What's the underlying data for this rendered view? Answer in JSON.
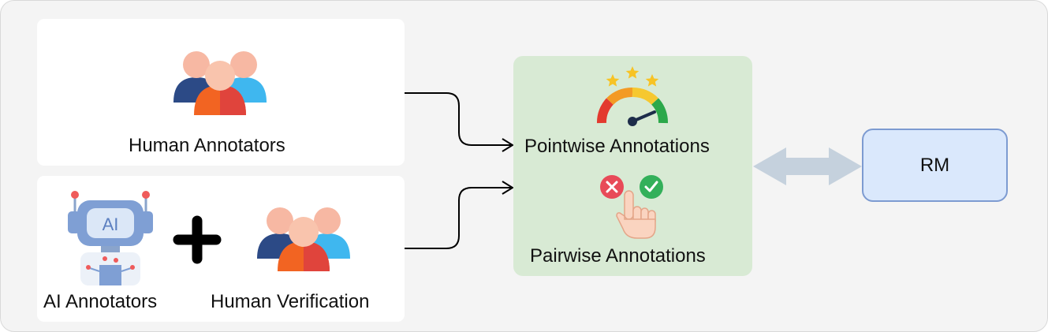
{
  "human_annotators": {
    "label": "Human Annotators",
    "icon": "people-group-icon"
  },
  "ai_annotators": {
    "label": "AI Annotators",
    "icon": "ai-robot-icon",
    "robot_text": "AI"
  },
  "human_verification": {
    "label": "Human Verification",
    "icon": "people-group-icon"
  },
  "plus_icon": "plus-icon",
  "pointwise": {
    "label": "Pointwise Annotations",
    "icon": "rating-gauge-icon"
  },
  "pairwise": {
    "label": "Pairwise Annotations",
    "icon": "choice-hand-icon"
  },
  "rm": {
    "label": "RM"
  },
  "colors": {
    "background": "#f4f4f4",
    "annotation_box": "#d8ead4",
    "rm_fill": "#dae8fc",
    "rm_border": "#7d9bd1",
    "double_arrow": "#c5d1dd"
  }
}
